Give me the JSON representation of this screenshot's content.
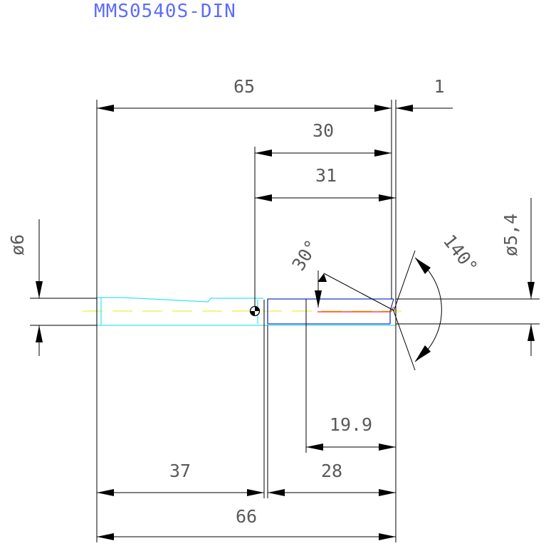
{
  "title": "MMS0540S-DIN",
  "dimensions": {
    "overall_length": "65",
    "tip_offset": "1",
    "cut_length_30": "30",
    "cut_length_31": "31",
    "shank_diameter": "ø6",
    "cut_diameter": "ø5,4",
    "helix_angle": "30°",
    "point_angle": "140°",
    "flute_19_9": "19.9",
    "shank_length": "37",
    "body_length": "28",
    "total_length": "66"
  },
  "colors": {
    "title": "#5c6cff",
    "dimension_line": "#000000",
    "dimension_text": "#5a5a5a",
    "shank_outline": "#33e6ee",
    "cutting_outline": "#2233cc",
    "flute_line": "#ff2222",
    "center_axis": "#f0ee44"
  }
}
